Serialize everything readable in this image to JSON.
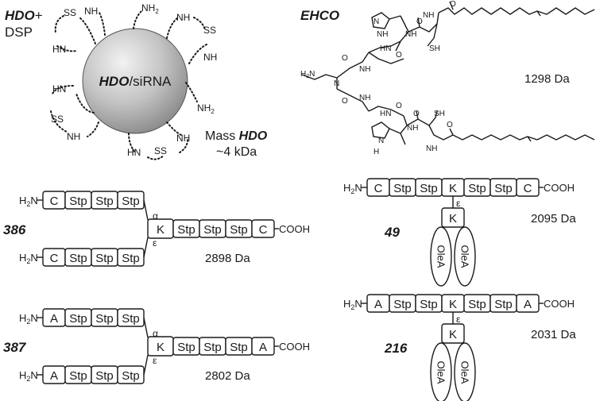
{
  "panel_hdo": {
    "title_bold": "HDO",
    "title_plus": "+",
    "subtitle": "DSP",
    "sphere_label_bold": "HDO",
    "sphere_label_rest": "/siRNA",
    "mass_line1_prefix": "Mass ",
    "mass_line1_bold": "HDO",
    "mass_line2": "~4 kDa",
    "group_ss": "SS",
    "group_nh": "NH",
    "group_hn": "HN",
    "group_nh2": "NH2"
  },
  "panel_ehco": {
    "title": "EHCO",
    "mass": "1298 Da",
    "labels": {
      "nh": "NH",
      "hn": "HN",
      "n": "N",
      "o": "O",
      "sh": "SH",
      "h2n": "H2N",
      "h": "H"
    }
  },
  "oligomers": [
    {
      "id": "386",
      "mass": "2898 Da",
      "arm_residues": [
        "C",
        "Stp",
        "Stp",
        "Stp"
      ],
      "branch_residue": "K",
      "main_residues": [
        "Stp",
        "Stp",
        "Stp",
        "C"
      ],
      "n_term": "H2N",
      "c_term": "COOH",
      "alpha": "α",
      "epsilon": "ε"
    },
    {
      "id": "387",
      "mass": "2802 Da",
      "arm_residues": [
        "A",
        "Stp",
        "Stp",
        "Stp"
      ],
      "branch_residue": "K",
      "main_residues": [
        "Stp",
        "Stp",
        "Stp",
        "A"
      ],
      "n_term": "H2N",
      "c_term": "COOH",
      "alpha": "α",
      "epsilon": "ε"
    },
    {
      "id": "49",
      "mass": "2095 Da",
      "backbone": [
        "C",
        "Stp",
        "Stp",
        "K",
        "Stp",
        "Stp",
        "C"
      ],
      "side_residue": "K",
      "lipids": [
        "OleA",
        "OleA"
      ],
      "n_term": "H2N",
      "c_term": "COOH",
      "epsilon": "ε"
    },
    {
      "id": "216",
      "mass": "2031 Da",
      "backbone": [
        "A",
        "Stp",
        "Stp",
        "K",
        "Stp",
        "Stp",
        "A"
      ],
      "side_residue": "K",
      "lipids": [
        "OleA",
        "OleA"
      ],
      "n_term": "H2N",
      "c_term": "COOH",
      "epsilon": "ε"
    }
  ]
}
